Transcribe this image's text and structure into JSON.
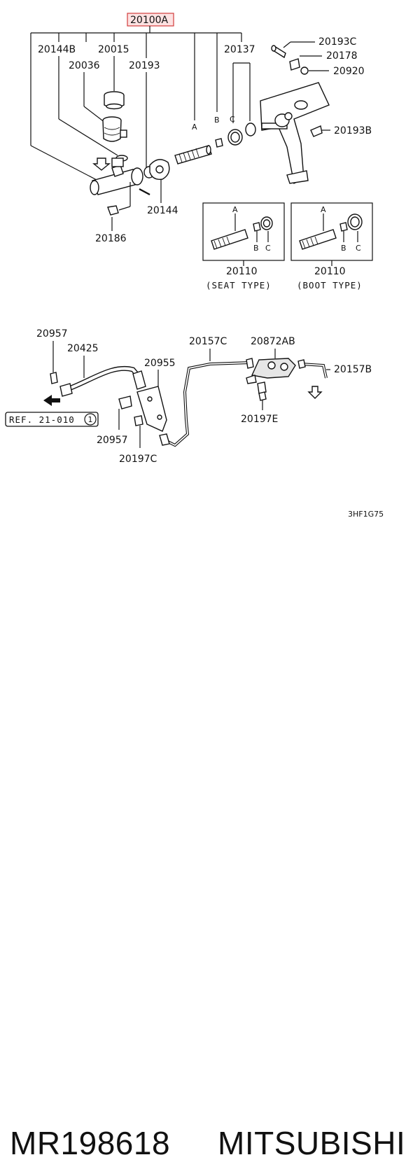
{
  "labels": {
    "main_assembly": "20100A",
    "l20144B": "20144B",
    "l20015": "20015",
    "l20036": "20036",
    "l20193": "20193",
    "l20137": "20137",
    "l20193C": "20193C",
    "l20178": "20178",
    "l20920": "20920",
    "l20193B": "20193B",
    "l20144": "20144",
    "l20186": "20186",
    "a": "A",
    "b": "B",
    "c": "C"
  },
  "kits": [
    {
      "code": "20110",
      "type": "(SEAT TYPE)",
      "a": "A",
      "b": "B",
      "c": "C"
    },
    {
      "code": "20110",
      "type": "(BOOT TYPE)",
      "a": "A",
      "b": "B",
      "c": "C"
    }
  ],
  "lower": {
    "l20957_top": "20957",
    "l20425": "20425",
    "l20955": "20955",
    "l20957_bottom": "20957",
    "l20197C": "20197C",
    "l20157C": "20157C",
    "l20872AB": "20872AB",
    "l20157B": "20157B",
    "l20197E": "20197E",
    "ref_text": "REF. 21-010",
    "ref_num": "1"
  },
  "figure_code": "3HF1G75",
  "footer": {
    "part_number": "MR198618",
    "brand": "MITSUBISHI"
  },
  "colors": {
    "highlight_border": "#d23c3c",
    "highlight_fill": "#fde2e2"
  }
}
